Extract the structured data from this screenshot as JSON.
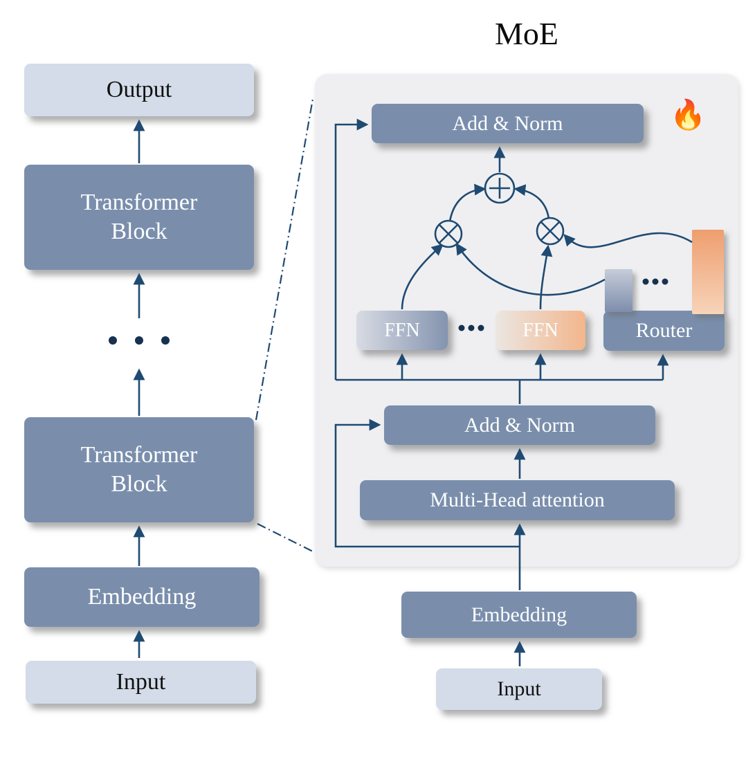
{
  "diagram": {
    "title": "MoE",
    "fire_icon": "🔥",
    "left_stack": {
      "output": "Output",
      "transformer_block_top": "Transformer\nBlock",
      "transformer_block_bottom": "Transformer\nBlock",
      "embedding": "Embedding",
      "input": "Input"
    },
    "moe_panel": {
      "add_norm_top": "Add & Norm",
      "ffn_left": "FFN",
      "ffn_right": "FFN",
      "router": "Router",
      "add_norm_bottom": "Add & Norm",
      "attention": "Multi-Head attention",
      "embedding": "Embedding",
      "input": "Input"
    },
    "colors": {
      "slate_box": "#7a8eac",
      "light_box": "#d3dce8",
      "panel_background": "#efeff1",
      "connector_line": "#1f4a72",
      "ffn_left_gradient_end": "#8494af",
      "ffn_right_gradient_end": "#f2b68c",
      "router_bar_orange": "#ee9e6e"
    }
  }
}
